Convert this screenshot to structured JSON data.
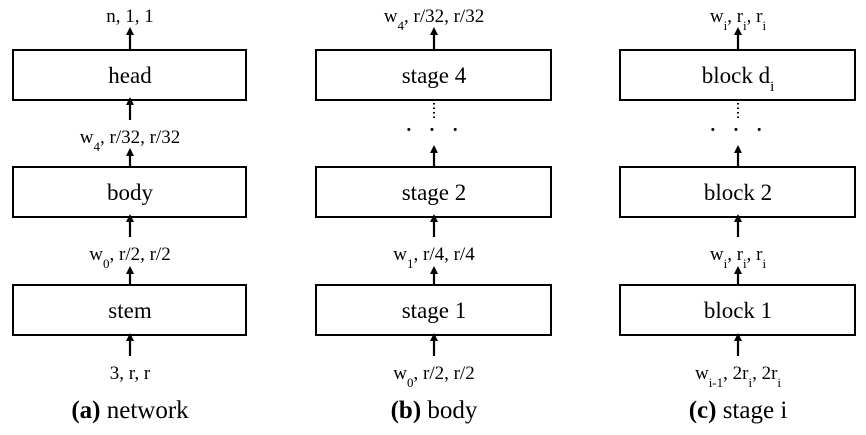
{
  "panels": [
    {
      "caption_tag": "(a)",
      "caption_text": " network",
      "boxes": [
        {
          "label": "head"
        },
        {
          "label": "body"
        },
        {
          "label": "stem"
        }
      ],
      "dims": {
        "top": {
          "base": "n, 1, 1"
        },
        "between_1": {
          "base": "w",
          "sub": "4",
          "rest": ", r/32, r/32"
        },
        "between_2": {
          "base": "w",
          "sub": "0",
          "rest": ", r/2, r/2"
        },
        "bottom": {
          "base": "3, r, r"
        }
      }
    },
    {
      "caption_tag": "(b)",
      "caption_text": " body",
      "boxes": [
        {
          "label": "stage 4"
        },
        {
          "label": "stage 2"
        },
        {
          "label": "stage 1"
        }
      ],
      "ellipsis": "· · ·",
      "dims": {
        "top": {
          "base": "w",
          "sub": "4",
          "rest": ", r/32, r/32"
        },
        "between_2": {
          "base": "w",
          "sub": "1",
          "rest": ", r/4, r/4"
        },
        "bottom": {
          "base": "w",
          "sub": "0",
          "rest": ", r/2, r/2"
        }
      }
    },
    {
      "caption_tag": "(c)",
      "caption_text": " stage i",
      "boxes": [
        {
          "label": "block d",
          "sub": "i"
        },
        {
          "label": "block 2"
        },
        {
          "label": "block 1"
        }
      ],
      "ellipsis": "· · ·",
      "dims": {
        "top": {
          "parts": [
            "w",
            "i",
            ", r",
            "i",
            ", r",
            "i"
          ]
        },
        "between_2": {
          "parts": [
            "w",
            "i",
            ", r",
            "i",
            ", r",
            "i"
          ]
        },
        "bottom": {
          "parts": [
            "w",
            "i-1",
            ", 2r",
            "i",
            ", 2r",
            "i"
          ]
        }
      }
    }
  ]
}
